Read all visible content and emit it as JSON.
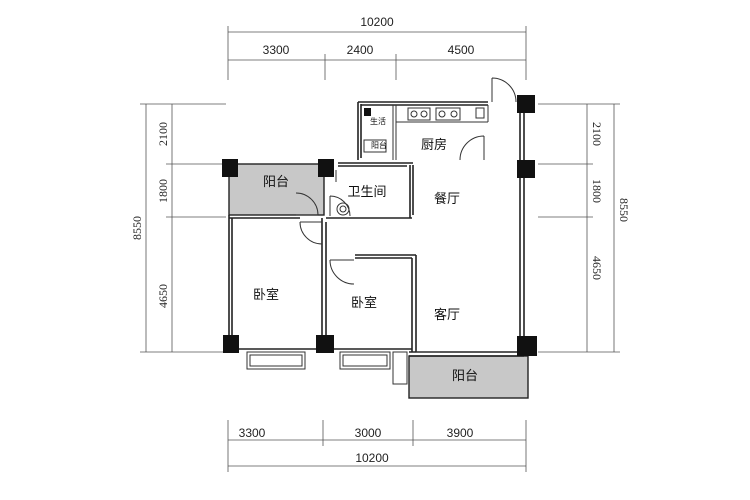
{
  "dimensions": {
    "top_total": "10200",
    "top_segments": [
      "3300",
      "2400",
      "4500"
    ],
    "bottom_total": "10200",
    "bottom_segments": [
      "3300",
      "3000",
      "3900"
    ],
    "left_total": "8550",
    "left_segments": [
      "2100",
      "1800",
      "4650"
    ],
    "right_total": "8550",
    "right_segments": [
      "2100",
      "1800",
      "4650"
    ]
  },
  "rooms": {
    "balcony_top": "阳台",
    "bathroom": "卫生间",
    "kitchen": "厨房",
    "dining": "餐厅",
    "bedroom_left": "卧室",
    "bedroom_mid": "卧室",
    "living": "客厅",
    "balcony_bottom": "阳台",
    "utility_a": "生活",
    "utility_b": "阳台"
  }
}
